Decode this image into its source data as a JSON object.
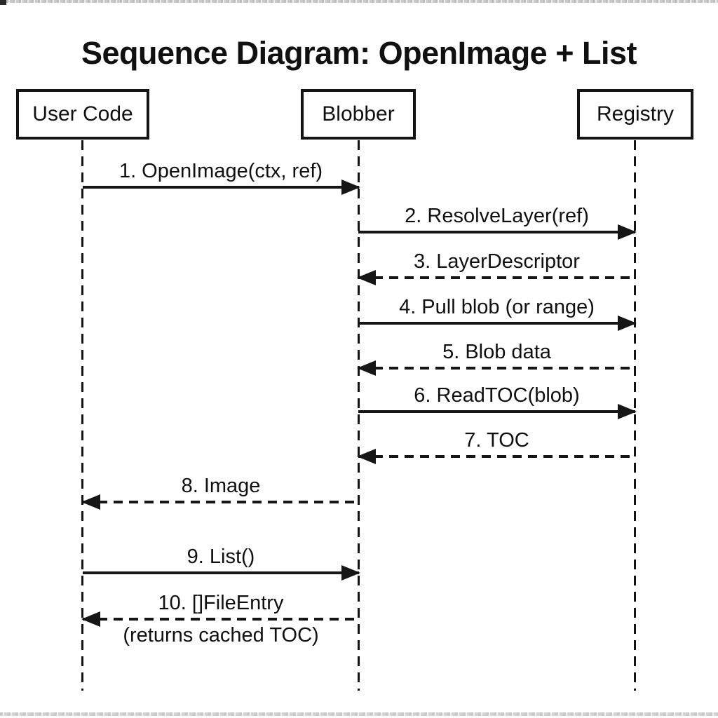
{
  "title": "Sequence Diagram: OpenImage + List",
  "participants": [
    {
      "id": "user-code",
      "label": "User Code"
    },
    {
      "id": "blobber",
      "label": "Blobber"
    },
    {
      "id": "registry",
      "label": "Registry"
    }
  ],
  "messages": [
    {
      "num": "1",
      "label": "1. OpenImage(ctx, ref)",
      "from": "User Code",
      "to": "Blobber",
      "line": "solid",
      "direction": "right"
    },
    {
      "num": "2",
      "label": "2. ResolveLayer(ref)",
      "from": "Blobber",
      "to": "Registry",
      "line": "solid",
      "direction": "right"
    },
    {
      "num": "3",
      "label": "3. LayerDescriptor",
      "from": "Registry",
      "to": "Blobber",
      "line": "dashed",
      "direction": "left"
    },
    {
      "num": "4",
      "label": "4. Pull blob (or range)",
      "from": "Blobber",
      "to": "Registry",
      "line": "solid",
      "direction": "right"
    },
    {
      "num": "5",
      "label": "5. Blob data",
      "from": "Registry",
      "to": "Blobber",
      "line": "dashed",
      "direction": "left"
    },
    {
      "num": "6",
      "label": "6. ReadTOC(blob)",
      "from": "Blobber",
      "to": "Registry",
      "line": "solid",
      "direction": "right"
    },
    {
      "num": "7",
      "label": "7. TOC",
      "from": "Registry",
      "to": "Blobber",
      "line": "dashed",
      "direction": "left"
    },
    {
      "num": "8",
      "label": "8. Image",
      "from": "Blobber",
      "to": "User Code",
      "line": "dashed",
      "direction": "left"
    },
    {
      "num": "9",
      "label": "9. List()",
      "from": "User Code",
      "to": "Blobber",
      "line": "solid",
      "direction": "right"
    },
    {
      "num": "10",
      "label": "10. []FileEntry",
      "note": "(returns cached TOC)",
      "from": "Blobber",
      "to": "User Code",
      "line": "dashed",
      "direction": "left"
    }
  ],
  "colors": {
    "line": "#141414",
    "text": "#101010",
    "background": "#ffffff"
  }
}
